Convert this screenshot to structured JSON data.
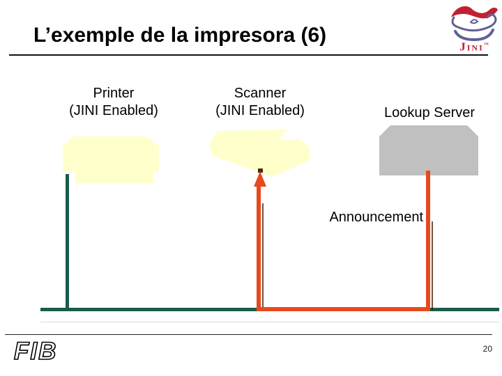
{
  "slide": {
    "title": "L’exemple de la impresora (6)",
    "page_number": "20"
  },
  "labels": {
    "printer": {
      "line1": "Printer",
      "line2": "(JINI Enabled)"
    },
    "scanner": {
      "line1": "Scanner",
      "line2": "(JINI Enabled)"
    },
    "lookup_server": "Lookup Server",
    "announcement": "Announcement"
  },
  "logos": {
    "jini_wordmark": "Jini",
    "jini_trademark": "™",
    "fib": "FIB"
  },
  "colors": {
    "line_green": "#1A5B4B",
    "line_orange": "#E8481E",
    "device_yellow": "#FFFFCC",
    "server_gray": "#C0C0C0",
    "jini_red": "#C22030",
    "jini_purple": "#5F5F96",
    "text_black": "#000000"
  }
}
